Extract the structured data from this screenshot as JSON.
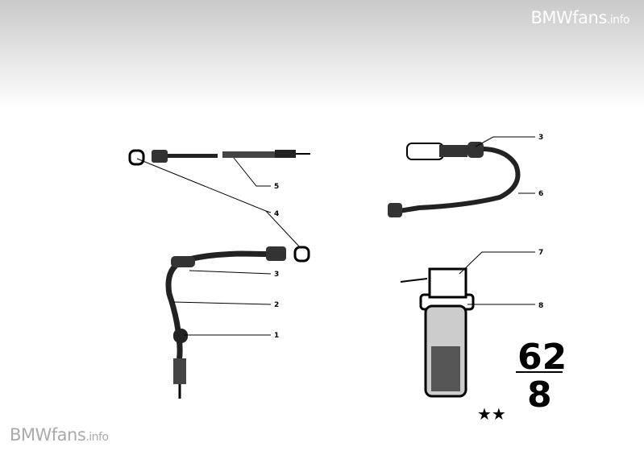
{
  "watermark": {
    "brand": "BMWfans",
    "suffix": ".info"
  },
  "callouts": {
    "left": [
      "5",
      "4",
      "3",
      "2",
      "1"
    ],
    "right": [
      "3",
      "6",
      "7",
      "8"
    ]
  },
  "group": {
    "main": "62",
    "sub": "8",
    "marker": "★★"
  }
}
